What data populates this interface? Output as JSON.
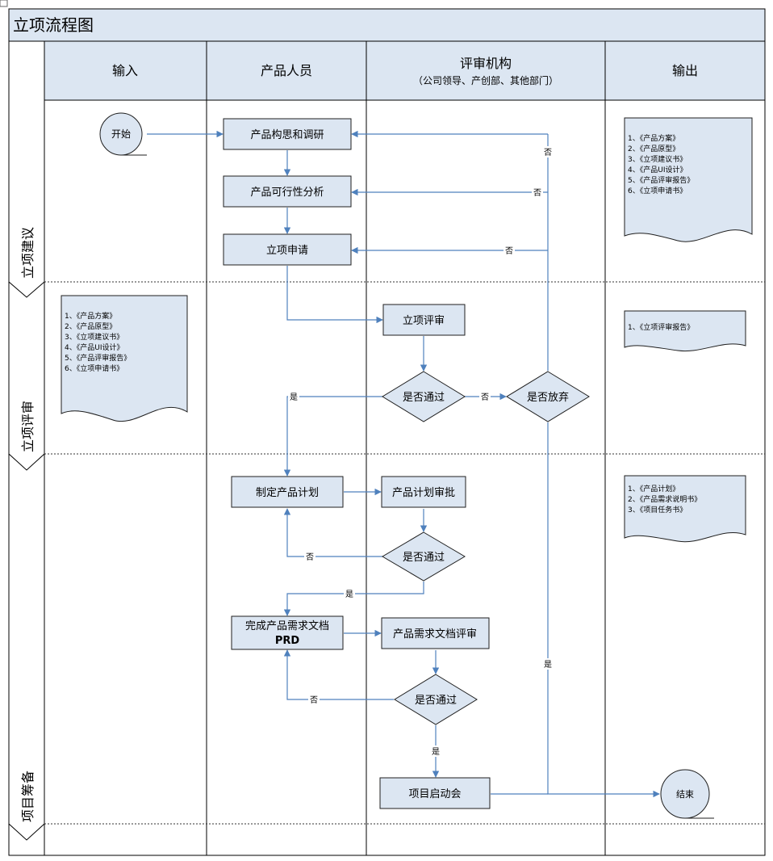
{
  "diagram": {
    "title": "立项流程图",
    "columns": [
      {
        "title": "输入",
        "subtitle": ""
      },
      {
        "title": "产品人员",
        "subtitle": ""
      },
      {
        "title": "评审机构",
        "subtitle": "（公司领导、产创部、其他部门）"
      },
      {
        "title": "输出",
        "subtitle": ""
      }
    ],
    "phases": [
      "立项建议",
      "立项评审",
      "项目筹备"
    ],
    "nodes": {
      "start": "开始",
      "concept": "产品构思和调研",
      "feasibility": "产品可行性分析",
      "apply": "立项申请",
      "review": "立项评审",
      "pass1": "是否通过",
      "abandon": "是否放弃",
      "plan": "制定产品计划",
      "plan_approve": "产品计划审批",
      "pass2": "是否通过",
      "prd_line1": "完成产品需求文档",
      "prd_line2": "PRD",
      "prd_review": "产品需求文档评审",
      "pass3": "是否通过",
      "kickoff": "项目启动会",
      "end": "结束"
    },
    "edge_labels": {
      "yes": "是",
      "no": "否"
    },
    "documents": {
      "input_review": [
        "1、《产品方案》",
        "2、《产品原型》",
        "3、《立项建议书》",
        "4、《产品UI设计》",
        "5、《产品评审报告》",
        "6、《立项申请书》"
      ],
      "output_proposal": [
        "1、《产品方案》",
        "2、《产品原型》",
        "3、《立项建议书》",
        "4、《产品UI设计》",
        "5、《产品评审报告》",
        "6、《立项申请书》"
      ],
      "output_review": [
        "1、《立项评审报告》"
      ],
      "output_prep": [
        "1、《产品计划》",
        "2、《产品需求说明书》",
        "3、《项目任务书》"
      ]
    },
    "colors": {
      "box_fill": "#dce6f2",
      "box_stroke": "#1f1f1f",
      "connector": "#4f81bd",
      "header_fill": "#dce6f2",
      "outer_stroke": "#000000"
    }
  }
}
